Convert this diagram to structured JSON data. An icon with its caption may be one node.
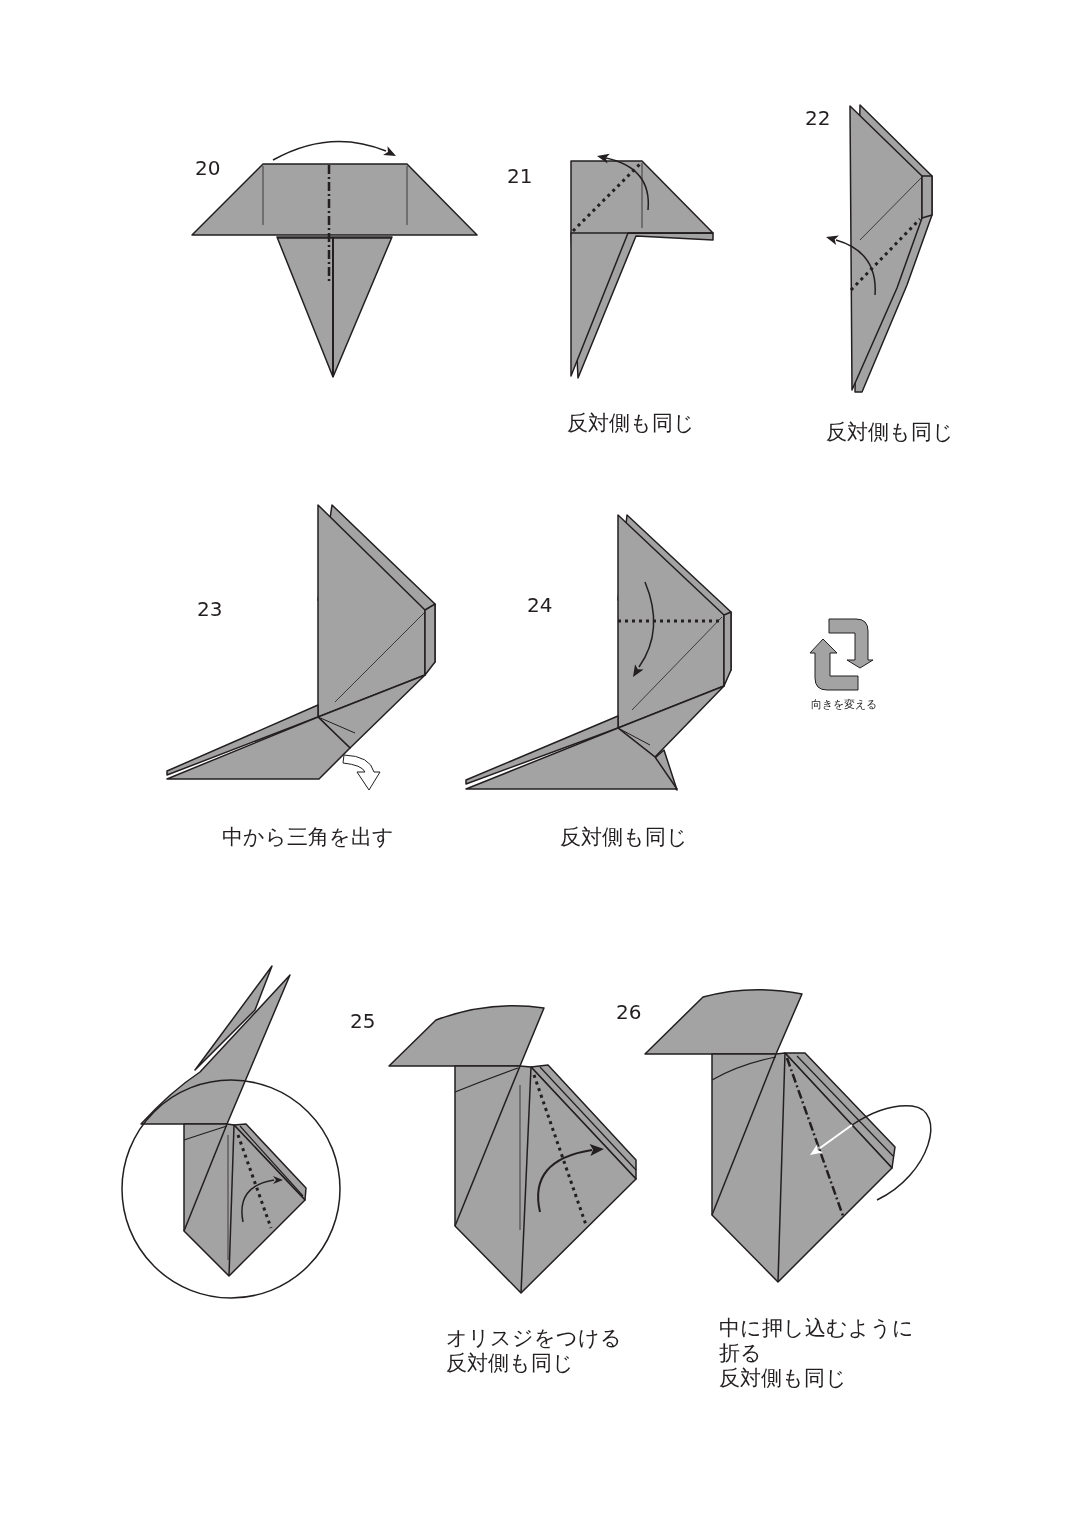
{
  "diagram": {
    "labels": [
      "20",
      "21",
      "22",
      "反対側も同じ",
      "反対側も同じ",
      "23",
      "24",
      "向きを変える",
      "中から三角を出す",
      "反対側も同じ",
      "25",
      "26",
      "オリスジをつける",
      "反対側も同じ",
      "中に押し込むように折る",
      "反対側も同じ"
    ]
  }
}
